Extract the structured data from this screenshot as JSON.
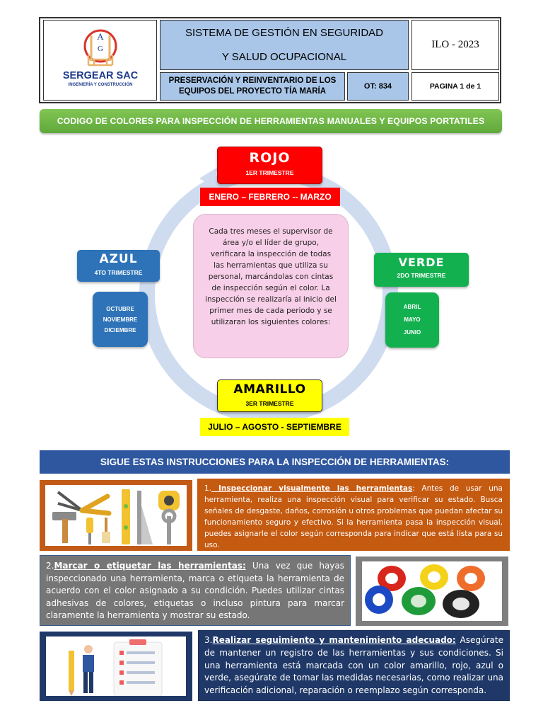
{
  "header": {
    "logo_text": "SERGEAR SAC",
    "logo_subtext": "INGENIERÍA Y CONSTRUCCIÓN",
    "title_line1": "SISTEMA DE GESTIÓN EN SEGURIDAD",
    "title_line2": "Y SALUD OCUPACIONAL",
    "location_year": "ILO - 2023",
    "project_line1": "PRESERVACIÓN Y REINVENTARIO DE LOS",
    "project_line2": "EQUIPOS DEL PROYECTO TÍA MARÍA",
    "ot": "OT: 834",
    "page": "PAGINA 1 de 1"
  },
  "banner": "CODIGO DE COLORES PARA INSPECCIÓN DE HERRAMIENTAS MANUALES Y EQUIPOS PORTATILES",
  "seasons": {
    "rojo": {
      "name": "ROJO",
      "trimester": "1ER TRIMESTRE",
      "months": "ENERO – FEBRERO -- MARZO",
      "color": "#ff0000"
    },
    "verde": {
      "name": "VERDE",
      "trimester": "2DO TRIMESTRE",
      "months": [
        "ABRIL",
        "MAYO",
        "JUNIO"
      ],
      "color": "#13b050"
    },
    "amarillo": {
      "name": "AMARILLO",
      "trimester": "3ER TRIMESTRE",
      "months": "JULIO – AGOSTO - SEPTIEMBRE",
      "color": "#ffff00"
    },
    "azul": {
      "name": "AZUL",
      "trimester": "4TO TRIMESTRE",
      "months": [
        "OCTUBRE",
        "NOVIEMBRE",
        "DICIEMBRE"
      ],
      "color": "#2e73b8"
    }
  },
  "center_text": "Cada tres meses el supervisor de área y/o el líder de grupo, verificara la inspección de todas las herramientas que utiliza su personal, marcándolas con cintas de inspección según el color. La inspección se realizaría al inicio del primer mes de cada periodo y se utilizaran los siguientes colores:",
  "instructions_title": "SIGUE ESTAS INSTRUCCIONES PARA LA INSPECCIÓN DE HERRAMIENTAS:",
  "instructions": [
    {
      "number": "1.",
      "heading": " Inspeccionar visualmente las herramientas",
      "body": ": Antes de usar una herramienta, realiza una inspección visual para verificar su estado. Busca señales de desgaste, daños, corrosión u otros problemas que puedan afectar su funcionamiento seguro y efectivo. Si la herramienta pasa la inspección visual, puedes asignarle el color según corresponda para indicar que está lista para su uso.",
      "color": "#c55a11"
    },
    {
      "number": "2.",
      "heading": "Marcar o etiquetar las herramientas:",
      "body": " Una vez que hayas inspeccionado una herramienta, marca o etiqueta la herramienta de acuerdo con el color asignado a su condición. Puedes utilizar cintas adhesivas de colores, etiquetas o incluso pintura para marcar claramente la herramienta y mostrar su estado.",
      "color": "#767676"
    },
    {
      "number": "3.",
      "heading": "Realizar seguimiento y mantenimiento adecuado:",
      "body": " Asegúrate de mantener un registro de las herramientas y sus condiciones. Si una herramienta está marcada con un color amarillo, rojo, azul o verde, asegúrate de tomar las medidas necesarias, como realizar una verificación adicional, reparación o reemplazo según corresponda.",
      "color": "#1f3867"
    }
  ],
  "logo_letters": [
    "A",
    "G"
  ]
}
